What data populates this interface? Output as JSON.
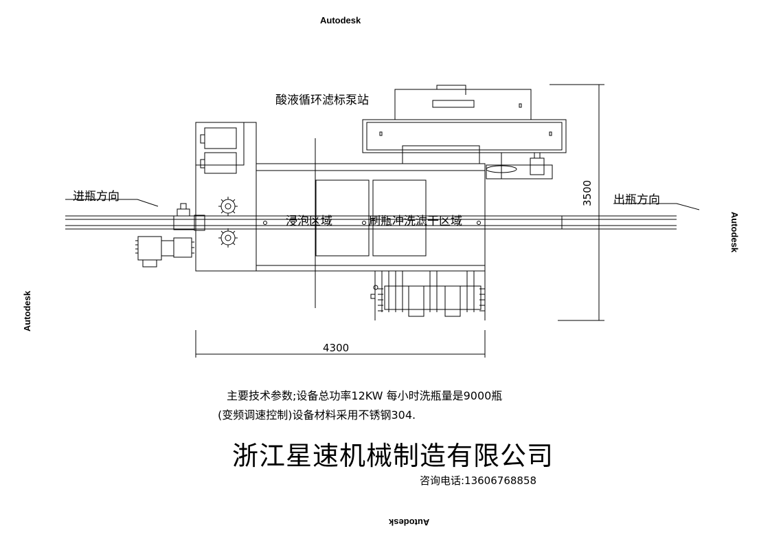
{
  "watermarks": [
    "Autodesk",
    "Autodesk",
    "Autodesk",
    "Autodesk"
  ],
  "labels": {
    "pump_station": "酸液循环滤标泵站",
    "bottle_in": "进瓶方向",
    "bottle_out": "出瓶方向",
    "soak_zone": "浸泡区域",
    "wash_zone": "刷瓶冲洗滤干区域"
  },
  "dimensions": {
    "width": "4300",
    "height": "3500"
  },
  "specs": {
    "line1": "主要技术参数;设备总功率12KW 每小时洗瓶量是9000瓶",
    "line2": "(变频调速控制)设备材料采用不锈钢304."
  },
  "company": {
    "name": "浙江星速机械制造有限公司",
    "phone": "咨询电话:13606768858"
  }
}
